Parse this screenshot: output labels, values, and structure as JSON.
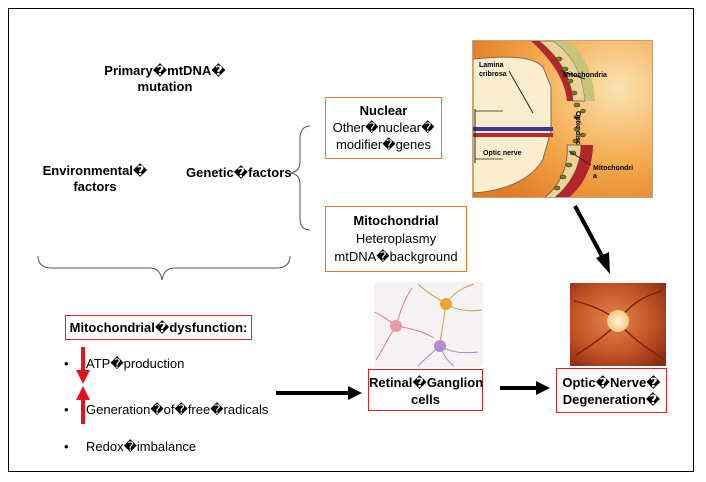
{
  "primary": {
    "line1": "Primary�mtDNA�",
    "line2": "mutation"
  },
  "environmental": {
    "line1": "Environmental�",
    "line2": "factors"
  },
  "genetic": {
    "label": "Genetic�factors"
  },
  "nuclear": {
    "title": "Nuclear",
    "line1": "Other�nuclear�",
    "line2": "modifier�genes"
  },
  "mitochondrial": {
    "title": "Mitochondrial",
    "line1": "Heteroplasmy",
    "line2": "mtDNA�background"
  },
  "optic_diagram": {
    "lamina": "Lamina� cribrosa",
    "mito_top": "Mitochondria",
    "optic_disc": "Optic disc",
    "optic_nerve": "Optic nerve",
    "mito_bottom_1": "Mitochondri",
    "mito_bottom_2": "a"
  },
  "dysfunction": {
    "title": "Mitochondrial�dysfunction:",
    "items": [
      "ATP�production",
      "Generation�of�free�radicals",
      "Redox�imbalance"
    ],
    "bullet": "•"
  },
  "rgc": {
    "line1": "Retinal�Ganglion",
    "line2": "cells"
  },
  "ond": {
    "line1": "Optic�Nerve�",
    "line2": "Degeneration�"
  },
  "colors": {
    "orange_box": "#e07b2a",
    "red_box": "#d9232a",
    "arrow_red": "#e0141b"
  }
}
